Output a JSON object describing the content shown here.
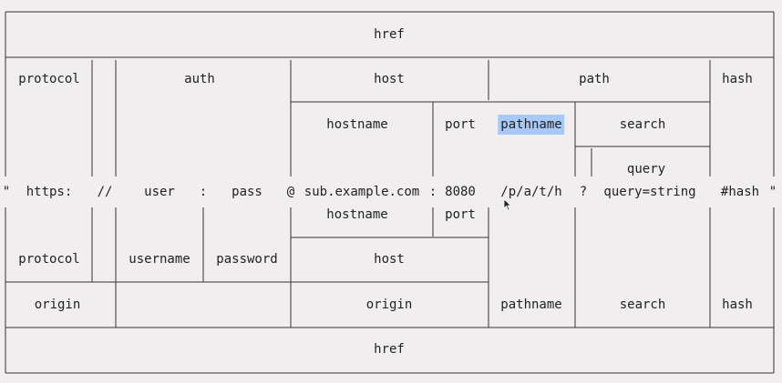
{
  "diagram": {
    "top": {
      "href": "href",
      "protocol": "protocol",
      "auth": "auth",
      "host": "host",
      "path": "path",
      "hash": "hash",
      "hostname": "hostname",
      "port": "port",
      "pathname": "pathname",
      "search": "search",
      "query": "query"
    },
    "url_parts": {
      "quote_open": "\"",
      "scheme": "https:",
      "slashes": "//",
      "user": "user",
      "colon": ":",
      "pass": "pass",
      "at": "@",
      "hostname": "sub.example.com",
      "port_colon": ":",
      "port": "8080",
      "pathname": "/p/a/t/h",
      "question": "?",
      "query": "query=string",
      "hash": "#hash",
      "quote_close": "\""
    },
    "bottom": {
      "hostname": "hostname",
      "port": "port",
      "protocol": "protocol",
      "username": "username",
      "password": "password",
      "host": "host",
      "origin_left": "origin",
      "origin_right": "origin",
      "pathname": "pathname",
      "search": "search",
      "hash": "hash",
      "href": "href"
    }
  },
  "colors": {
    "background": "#f0eeee",
    "line": "#333333",
    "highlight": "#a8c8f5"
  }
}
